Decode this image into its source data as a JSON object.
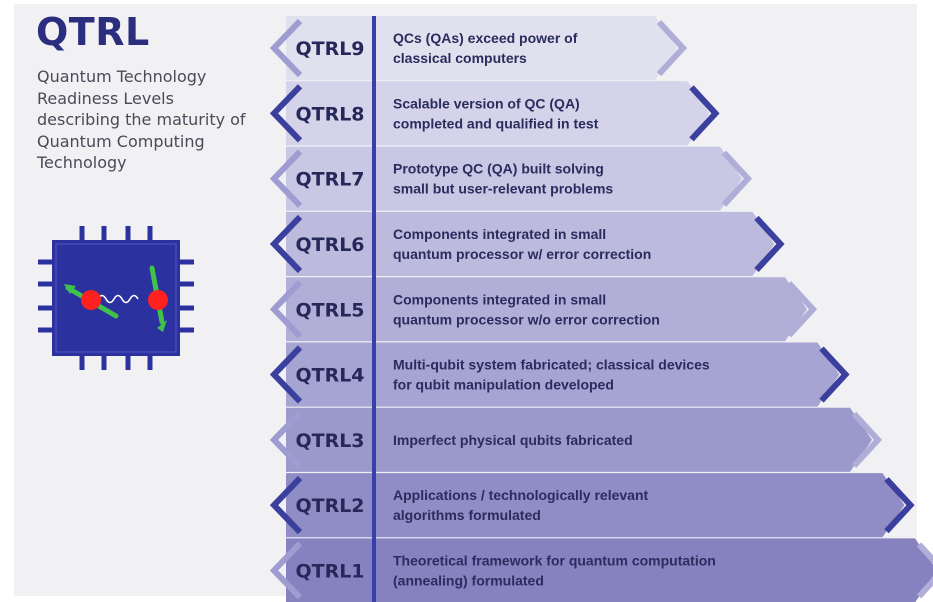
{
  "header": {
    "title": "QTRL",
    "subtitle": "Quantum Technology Readiness Levels describing the maturity of Quantum Computing Technology"
  },
  "colors": {
    "title": "#2b2d7e",
    "chip_body": "#2c31a0",
    "chip_pins": "#2c31a0",
    "particle": "#ff2020",
    "spin_arrow": "#3fc24a",
    "divider": "#3a3ea8"
  },
  "levels": [
    {
      "label": "QTRL9",
      "lines": [
        "QCs (QAs) exceed power of",
        "classical computers"
      ]
    },
    {
      "label": "QTRL8",
      "lines": [
        "Scalable version of QC (QA)",
        "completed and qualified in test"
      ]
    },
    {
      "label": "QTRL7",
      "lines": [
        "Prototype QC (QA) built solving",
        "small but user-relevant problems"
      ]
    },
    {
      "label": "QTRL6",
      "lines": [
        "Components integrated in small",
        "quantum processor w/ error correction"
      ]
    },
    {
      "label": "QTRL5",
      "lines": [
        "Components integrated in small",
        "quantum processor w/o error correction"
      ]
    },
    {
      "label": "QTRL4",
      "lines": [
        "Multi-qubit system fabricated; classical devices",
        "for qubit manipulation developed"
      ]
    },
    {
      "label": "QTRL3",
      "lines": [
        "Imperfect physical qubits fabricated"
      ]
    },
    {
      "label": "QTRL2",
      "lines": [
        "Applications / technologically relevant",
        "algorithms formulated"
      ]
    },
    {
      "label": "QTRL1",
      "lines": [
        "Theoretical framework for quantum computation",
        "(annealing) formulated"
      ]
    }
  ]
}
